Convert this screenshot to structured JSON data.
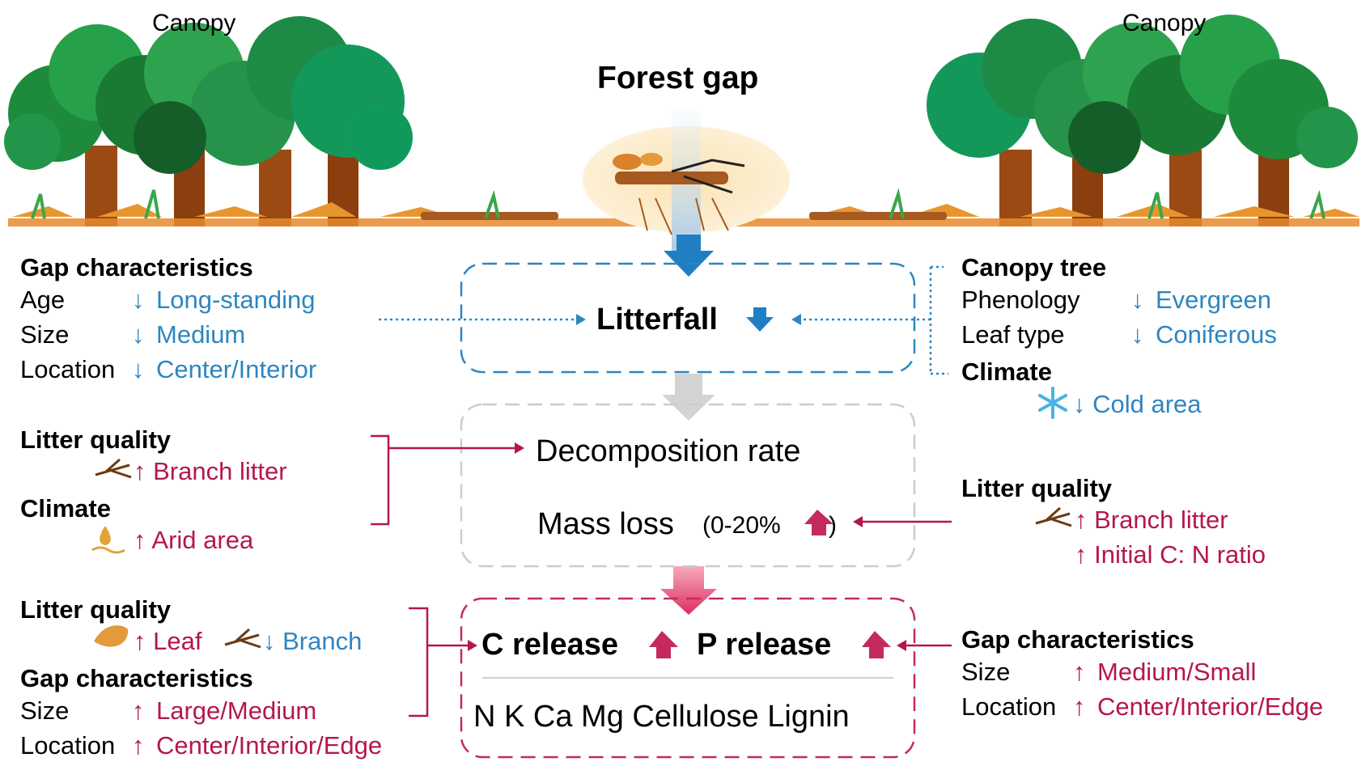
{
  "canopy_left": "Canopy",
  "canopy_right": "Canopy",
  "forest_gap": "Forest gap",
  "litterfall": "Litterfall",
  "decomposition_rate": "Decomposition rate",
  "mass_loss": "Mass loss",
  "mass_loss_range": "(0-20%",
  "mass_loss_close": ")",
  "c_release": "C release",
  "p_release": "P release",
  "elements": "N K Ca Mg Cellulose Lignin",
  "left_top": {
    "title": "Gap characteristics",
    "rows": [
      {
        "label": "Age",
        "arrow": "↓",
        "value": "Long-standing"
      },
      {
        "label": "Size",
        "arrow": "↓",
        "value": "Medium"
      },
      {
        "label": "Location",
        "arrow": "↓",
        "value": "Center/Interior"
      }
    ]
  },
  "right_top": {
    "title": "Canopy tree",
    "rows": [
      {
        "label": "Phenology",
        "arrow": "↓",
        "value": "Evergreen"
      },
      {
        "label": "Leaf type",
        "arrow": "↓",
        "value": "Coniferous"
      }
    ],
    "climate_title": "Climate",
    "climate_value": "↓ Cold area"
  },
  "left_mid": {
    "title": "Litter quality",
    "value": "↑ Branch litter",
    "climate_title": "Climate",
    "climate_value": "↑ Arid area"
  },
  "right_mid": {
    "title": "Litter quality",
    "value1": "↑ Branch litter",
    "value2": "↑ Initial C: N ratio"
  },
  "left_bottom": {
    "title": "Litter quality",
    "leaf": "↑ Leaf",
    "branch": "↓ Branch",
    "gap_title": "Gap characteristics",
    "rows": [
      {
        "label": "Size",
        "arrow": "↑",
        "value": "Large/Medium"
      },
      {
        "label": "Location",
        "arrow": "↑",
        "value": "Center/Interior/Edge"
      }
    ]
  },
  "right_bottom": {
    "title": "Gap characteristics",
    "rows": [
      {
        "label": "Size",
        "arrow": "↑",
        "value": "Medium/Small"
      },
      {
        "label": "Location",
        "arrow": "↑",
        "value": "Center/Interior/Edge"
      }
    ]
  },
  "colors": {
    "blue": "#2e86c1",
    "red": "#b5174d",
    "gray": "#c8c8c8",
    "tree_dark": "#1e7d3a",
    "tree_light": "#2fa24f",
    "trunk": "#9a4a12",
    "litter": "#e8892b"
  }
}
